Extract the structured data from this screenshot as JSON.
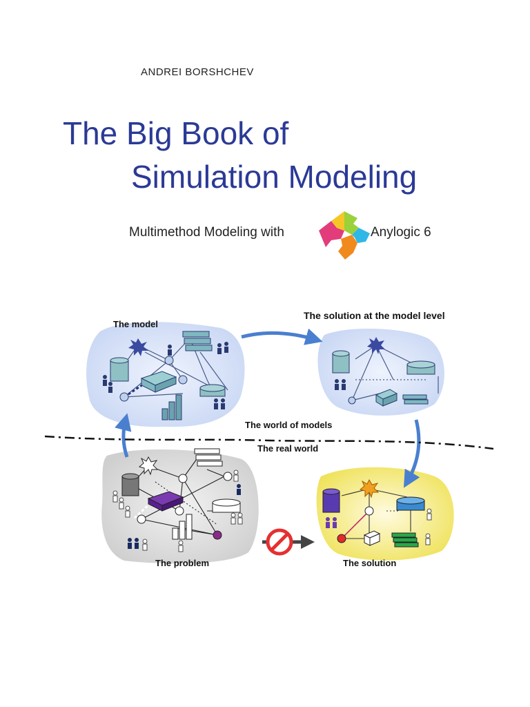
{
  "cover": {
    "author": "ANDREI BORSHCHEV",
    "title_line1": "The Big Book of",
    "title_line2": "Simulation Modeling",
    "subtitle_left": "Multimethod Modeling with",
    "subtitle_right": "Anylogic 6"
  },
  "figure": {
    "label_model": "The model",
    "label_solution_model": "The solution at the model level",
    "label_world_models": "The world of models",
    "label_real_world": "The real world",
    "label_problem": "The problem",
    "label_solution": "The solution"
  },
  "colors": {
    "title": "#2b3a96",
    "arrow": "#4a7fd0",
    "model_cloud": "#cfdcf6",
    "problem_cloud": "#d9d9d9",
    "solution_cloud": "#f3ea6c",
    "prohibition": "#e53030"
  },
  "icons": {
    "logo": "anylogic-puzzle-logo",
    "prohibition": "no-entry-icon"
  }
}
